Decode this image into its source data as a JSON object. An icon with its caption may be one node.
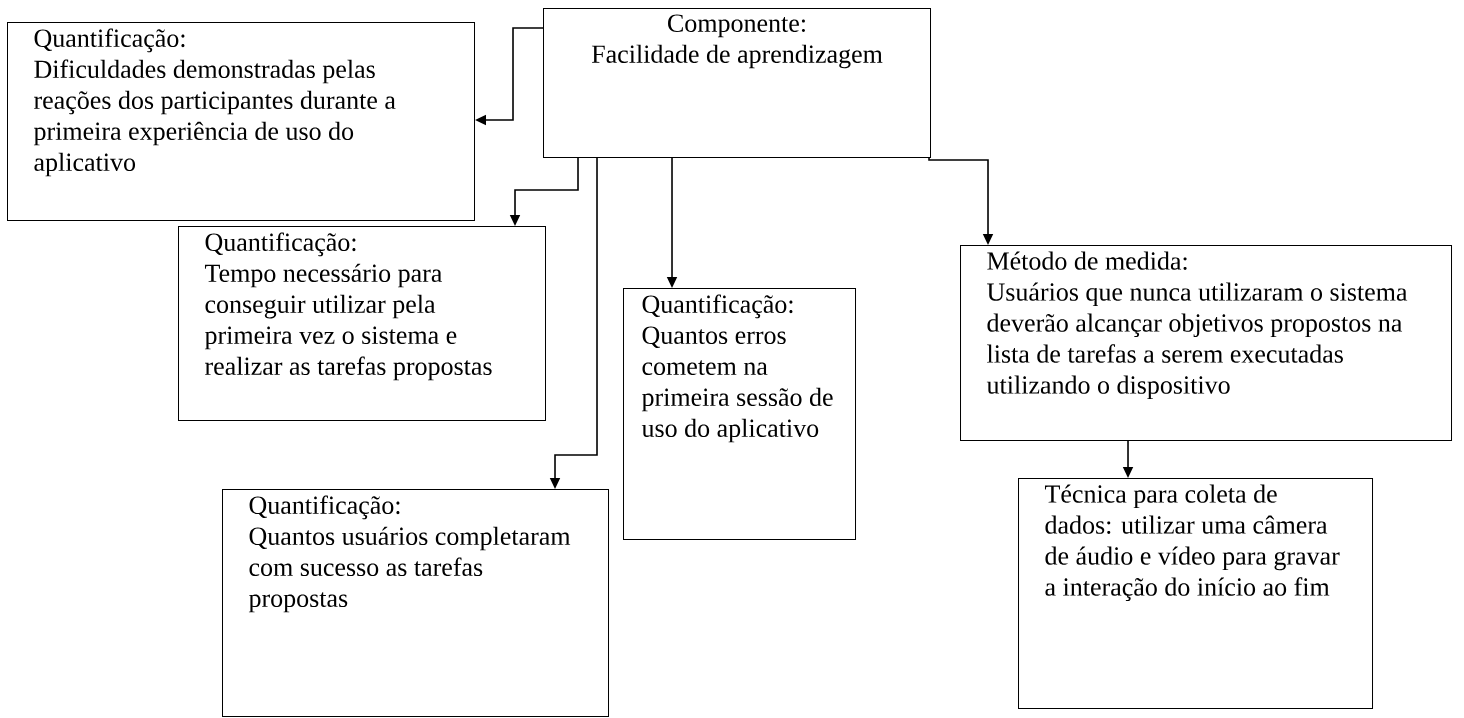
{
  "diagram": {
    "nodes": [
      {
        "text": [
          "Componente:",
          "Facilidade de aprendizagem"
        ]
      },
      {
        "text": [
          "Quantificação:",
          "Dificuldades demonstradas pelas reações dos participantes durante a primeira experiência de uso do aplicativo"
        ]
      },
      {
        "text": [
          "Quantificação:",
          "Tempo necessário para conseguir utilizar pela primeira vez o sistema e realizar as tarefas propostas"
        ]
      },
      {
        "text": [
          "Quantificação:",
          "Quantos erros cometem na primeira sessão de uso do aplicativo"
        ]
      },
      {
        "text": [
          "Método de medida:",
          "Usuários que nunca utilizaram o sistema deverão alcançar objetivos propostos na lista de tarefas a serem executadas utilizando o dispositivo"
        ]
      },
      {
        "text": [
          "Quantificação:",
          "Quantos usuários completaram com sucesso as tarefas propostas"
        ]
      },
      {
        "text": [
          "Técnica para coleta de dados: utilizar uma câmera de áudio e vídeo para gravar a interação do início ao fim"
        ]
      }
    ],
    "edges": [
      {
        "from": 0,
        "to": 1,
        "arrow": "to"
      },
      {
        "from": 0,
        "to": 2,
        "arrow": "to"
      },
      {
        "from": 0,
        "to": 5,
        "arrow": "to"
      },
      {
        "from": 0,
        "to": 3,
        "arrow": "to"
      },
      {
        "from": 0,
        "to": 4,
        "arrow": "to"
      },
      {
        "from": 4,
        "to": 6,
        "arrow": "to"
      }
    ]
  }
}
